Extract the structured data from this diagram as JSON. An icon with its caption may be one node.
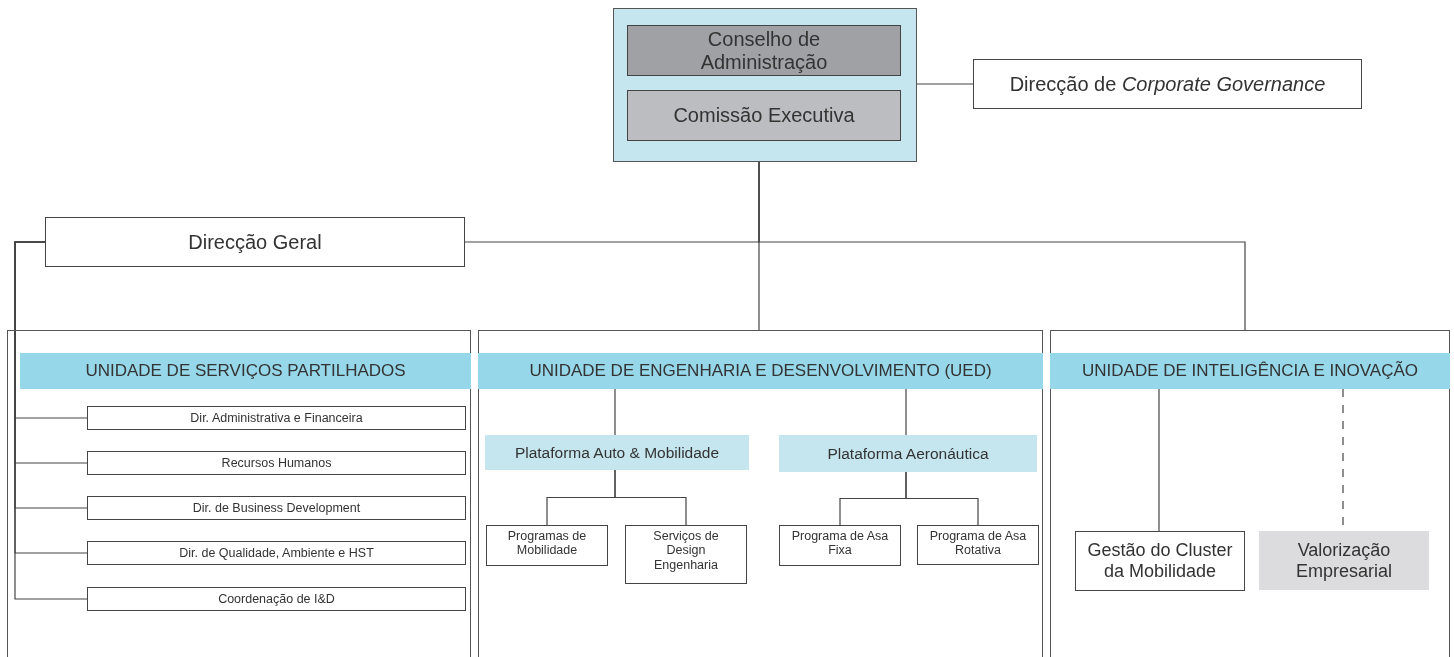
{
  "diagram": {
    "nodes": [
      {
        "text": [],
        "shape": "box"
      },
      {
        "text": [
          "Conselho de Administração"
        ],
        "in": 0
      },
      {
        "text": [
          "Comissão Executiva"
        ],
        "in": 0
      },
      {
        "text": [
          "Direcção de *Corporate Governance*"
        ]
      },
      {
        "text": [
          "Direcção Geral"
        ]
      },
      {
        "text": [],
        "shape": "box"
      },
      {
        "text": [
          "UNIDADE DE SERVIÇOS PARTILHADOS"
        ],
        "in": 5
      },
      {
        "text": [
          "Dir. Administrativa e Financeira"
        ],
        "in": 5
      },
      {
        "text": [
          "Recursos Humanos"
        ],
        "in": 5
      },
      {
        "text": [
          "Dir. de Business Development"
        ],
        "in": 5
      },
      {
        "text": [
          "Dir. de Qualidade, Ambiente e HST"
        ],
        "in": 5
      },
      {
        "text": [
          "Coordenação de I&D"
        ],
        "in": 5
      },
      {
        "text": [],
        "shape": "box"
      },
      {
        "text": [
          "UNIDADE DE ENGENHARIA E DESENVOLVIMENTO (UED)"
        ],
        "in": 12
      },
      {
        "text": [
          "Plataforma Auto & Mobilidade"
        ],
        "in": 12
      },
      {
        "text": [
          "Programas de Mobilidade"
        ],
        "in": 12
      },
      {
        "text": [
          "Serviços de Design Engenharia"
        ],
        "in": 12
      },
      {
        "text": [
          "Plataforma Aeronáutica"
        ],
        "in": 12
      },
      {
        "text": [
          "Programa de Asa Fixa"
        ],
        "in": 12
      },
      {
        "text": [
          "Programa de Asa Rotativa"
        ],
        "in": 12
      },
      {
        "text": [],
        "shape": "box"
      },
      {
        "text": [
          "UNIDADE DE INTELIGÊNCIA E INOVAÇÃO"
        ],
        "in": 20
      },
      {
        "text": [
          "Gestão do Cluster da Mobilidade"
        ],
        "in": 20
      },
      {
        "text": [
          "Valorização Empresarial"
        ],
        "in": 20
      }
    ],
    "edges": [
      {
        "from": 0,
        "to": 3,
        "arrow": "none"
      },
      {
        "from": 0,
        "to": 4,
        "arrow": "none"
      },
      {
        "from": 0,
        "to": 12,
        "arrow": "none"
      },
      {
        "from": 0,
        "to": 20,
        "arrow": "none"
      },
      {
        "from": 4,
        "to": 7,
        "arrow": "none"
      },
      {
        "from": 4,
        "to": 8,
        "arrow": "none"
      },
      {
        "from": 4,
        "to": 9,
        "arrow": "none"
      },
      {
        "from": 4,
        "to": 10,
        "arrow": "none"
      },
      {
        "from": 4,
        "to": 11,
        "arrow": "none"
      },
      {
        "from": 13,
        "to": 14,
        "arrow": "none"
      },
      {
        "from": 14,
        "to": 15,
        "arrow": "none"
      },
      {
        "from": 14,
        "to": 16,
        "arrow": "none"
      },
      {
        "from": 13,
        "to": 17,
        "arrow": "none"
      },
      {
        "from": 17,
        "to": 18,
        "arrow": "none"
      },
      {
        "from": 17,
        "to": 19,
        "arrow": "none"
      },
      {
        "from": 21,
        "to": 22,
        "arrow": "none"
      },
      {
        "from": 21,
        "to": 23,
        "arrow": "none",
        "style": "dashed"
      }
    ]
  }
}
